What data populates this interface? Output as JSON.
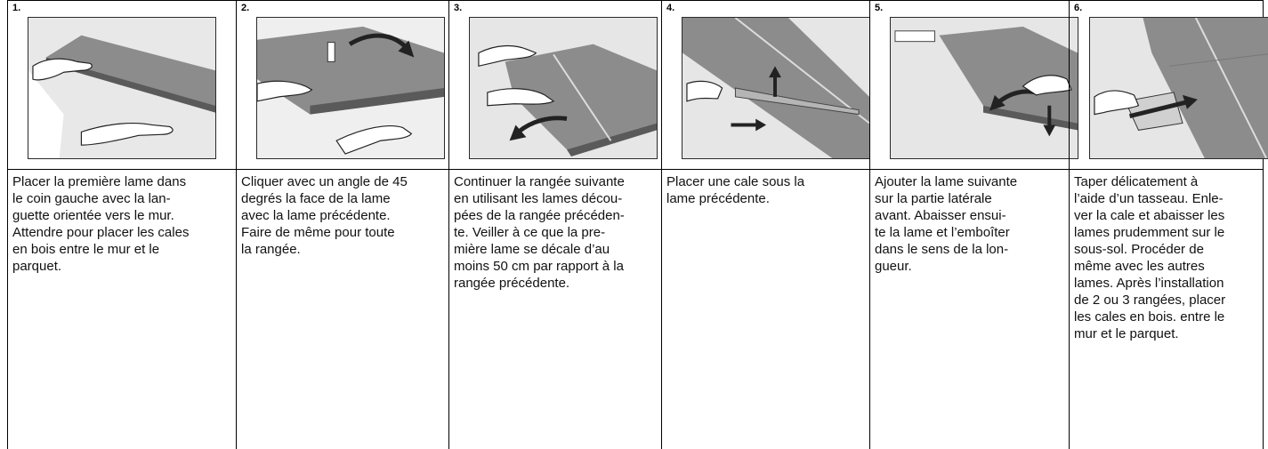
{
  "steps": [
    {
      "number": "1.",
      "text": "Placer la première lame dans\nle coin gauche avec la lan-\nguette orientée vers le mur.\nAttendre pour placer les cales\nen bois entre le mur et le\nparquet.",
      "illustration": "installing-first-plank-hands"
    },
    {
      "number": "2.",
      "text": "Cliquer avec un angle de 45\ndegrés la face de la lame\navec la lame précédente.\nFaire de même pour toute\nla rangée.",
      "illustration": "angled-click-arrow"
    },
    {
      "number": "3.",
      "text": "Continuer la rangée suivante\nen utilisant les lames décou-\npées de la rangée précéden-\nte. Veiller à ce que la pre-\nmière lame se décale d’au\nmoins 50 cm par rapport à la\nrangée précédente.",
      "illustration": "next-row-arrow"
    },
    {
      "number": "4.",
      "text": "Placer une cale sous la\nlame précédente.",
      "illustration": "wedge-under-plank-arrows"
    },
    {
      "number": "5.",
      "text": "Ajouter la lame suivante\nsur la partie latérale\navant. Abaisser ensui-\nte  la lame et l’emboîter\ndans le sens de la lon-\ngueur.",
      "illustration": "lower-plank-arrows"
    },
    {
      "number": "6.",
      "text": "Taper délicatement à\nl’aide d’un tasseau. Enle-\nver la cale et abaisser les\nlames prudemment sur le\nsous-sol. Procéder de\nmême avec les autres\nlames. Après l’installation\nde 2 ou 3 rangées, placer\nles cales en bois. entre le\nmur et le parquet.",
      "illustration": "tapping-block-arrow"
    }
  ]
}
